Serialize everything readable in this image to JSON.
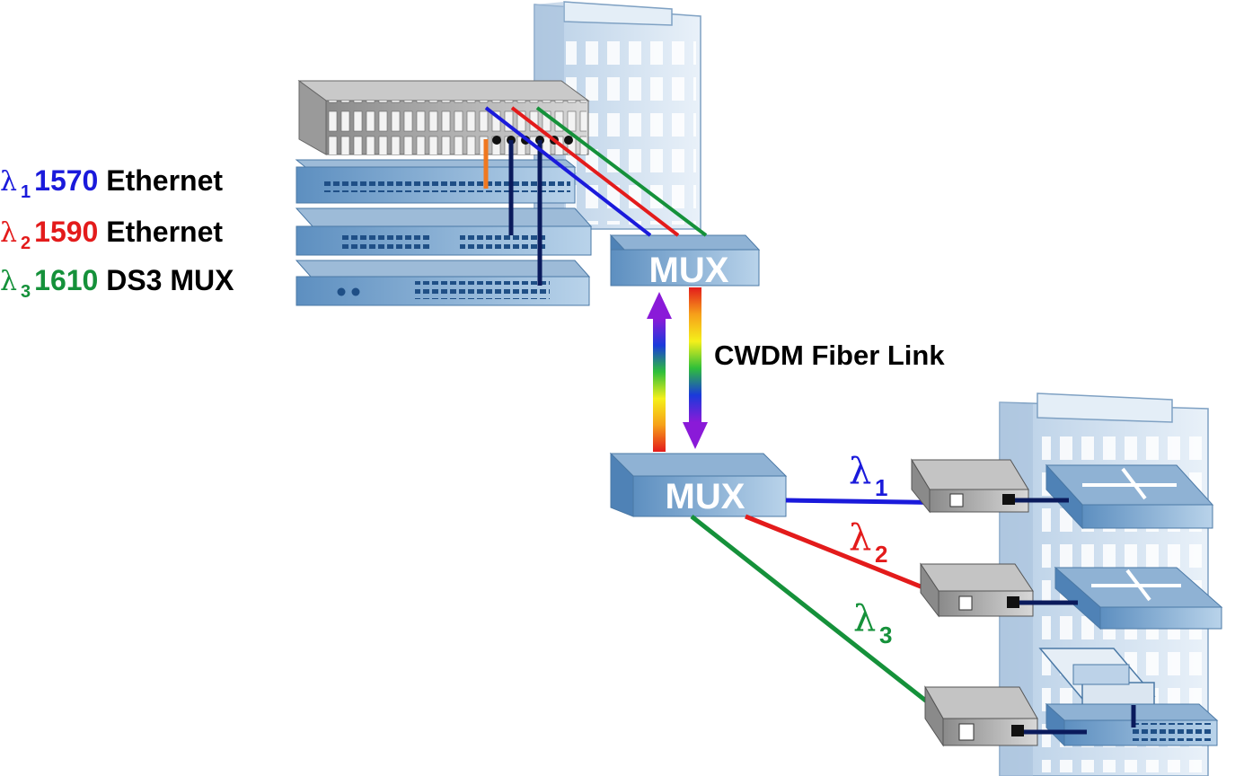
{
  "legend": [
    {
      "symbol": "λ",
      "sub": "1",
      "wavelength": "1570",
      "service": "Ethernet",
      "color": "#1a1adb"
    },
    {
      "symbol": "λ",
      "sub": "2",
      "wavelength": "1590",
      "service": "Ethernet",
      "color": "#e31b1b"
    },
    {
      "symbol": "λ",
      "sub": "3",
      "wavelength": "1610",
      "service": "DS3 MUX",
      "color": "#15913a"
    }
  ],
  "link_label": "CWDM Fiber Link",
  "mux_top_label": "MUX",
  "mux_bottom_label": "MUX",
  "branch_labels": [
    {
      "symbol": "λ",
      "sub": "1",
      "color": "#1a1adb"
    },
    {
      "symbol": "λ",
      "sub": "2",
      "color": "#e31b1b"
    },
    {
      "symbol": "λ",
      "sub": "3",
      "color": "#15913a"
    }
  ],
  "colors": {
    "lambda1": "#1a1adb",
    "lambda2": "#e31b1b",
    "lambda3": "#15913a",
    "patch": "#0a1a5c",
    "jumper": "#f07820",
    "device_blue": "#6f9fc8",
    "building": "#d6e6f4"
  }
}
